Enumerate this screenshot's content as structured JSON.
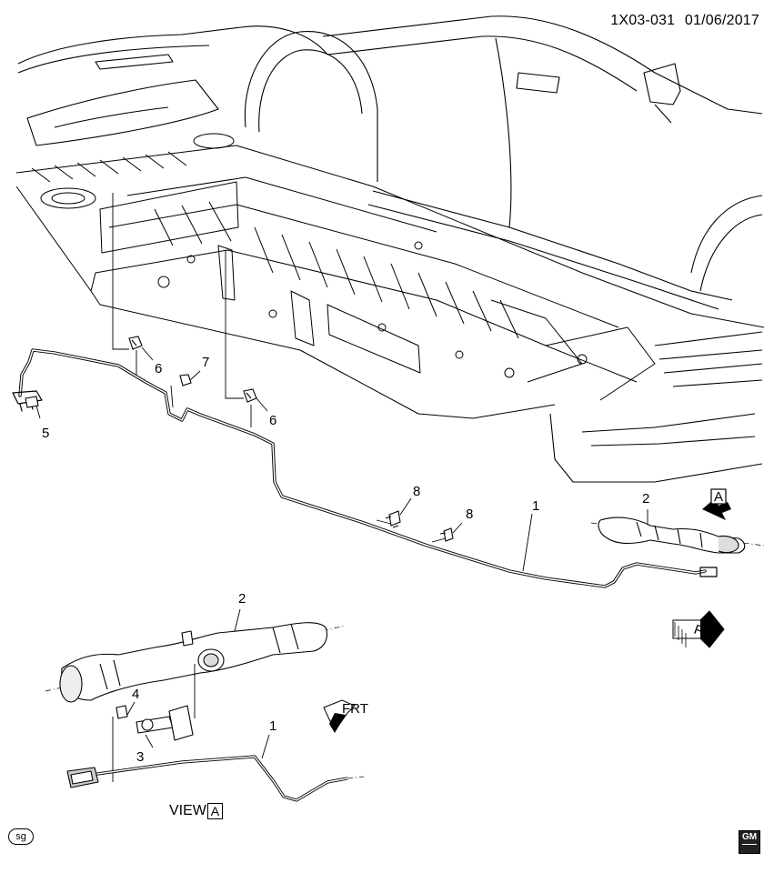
{
  "header": {
    "diagram_id": "1X03-031",
    "date": "01/06/2017"
  },
  "view": {
    "label": "VIEW",
    "letter": "A"
  },
  "callouts": {
    "c1_main": "1",
    "c2_main": "2",
    "c5": "5",
    "c6_left": "6",
    "c6_right": "6",
    "c7": "7",
    "c8_left": "8",
    "c8_right": "8",
    "c2_view": "2",
    "c1_view": "1",
    "c3": "3",
    "c4": "4"
  },
  "arrows": {
    "view_ref_letter": "A",
    "frt_main": "FRT",
    "frt_view": "FRT"
  },
  "badges": {
    "sg": "sg",
    "logo": "GM"
  },
  "icons": [
    "view-arrow-icon",
    "front-arrow-icon",
    "gm-logo-icon"
  ]
}
